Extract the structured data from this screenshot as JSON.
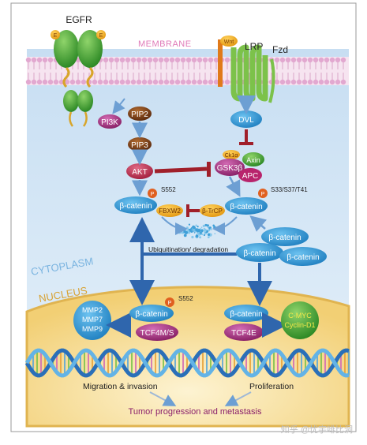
{
  "labels": {
    "egfr": "EGFR",
    "membrane": "MEMBRANE",
    "wnt": "Wnt",
    "lrp": "LRP",
    "fzd": "Fzd",
    "pi3k": "PI3K",
    "pip2": "PIP2",
    "pip3": "PIP3",
    "akt": "AKT",
    "dvl": "DVL",
    "ck1a": "Ck1α",
    "axin": "Axin",
    "gsk3b": "GSK3β",
    "apc": "APC",
    "s552_top": "S552",
    "s33": "S33/S37/T41",
    "bcat_left": "β-catenin",
    "bcat_right": "β-catenin",
    "fbxw2": "FBXW2",
    "btrcp": "β-TrCP",
    "ubiq": "Ubiquitination/ degradation",
    "bcat_c1": "β-catenin",
    "bcat_c2": "β-catenin",
    "bcat_c3": "β-catenin",
    "cytoplasm": "CYTOPLASM",
    "nucleus": "NUCLEUS",
    "mmp2": "MMP2",
    "mmp7": "MMP7",
    "mmp9": "MMP9",
    "bcat_nl": "β-catenin",
    "s552_nuc": "S552",
    "tcf4ms": "TCF4M/S",
    "bcat_nr": "β-catenin",
    "tcf4e": "TCF4E",
    "cmyc": "C-MYC",
    "cyclind1": "Cyclin-D1",
    "p": "P",
    "migration": "Migration & invasion",
    "proliferation": "Proliferation",
    "tumor": "Tumor progression and metastasis",
    "watermark": "知乎 @忧宇啡比洞"
  },
  "colors": {
    "cytoplasm": "#cfe3f4",
    "membrane_lipid": "#e6b3d6",
    "nucleus": "#f4d88a",
    "receptor_green": "#4fa53a",
    "beta_catenin": "#2a8fd0",
    "akt": "#c43a5a",
    "pip": "#8a4a1e",
    "dvl": "#3a86c8",
    "axin": "#4aa24a",
    "gsk3b": "#a4357e",
    "apc": "#b8246c",
    "inhibit_bar": "#a01f2a",
    "arrow_blue": "#2f66ad",
    "tcf": "#b03a8a",
    "target_green": "#6fbf2a",
    "ubiq_dots": "#4aaad8"
  }
}
